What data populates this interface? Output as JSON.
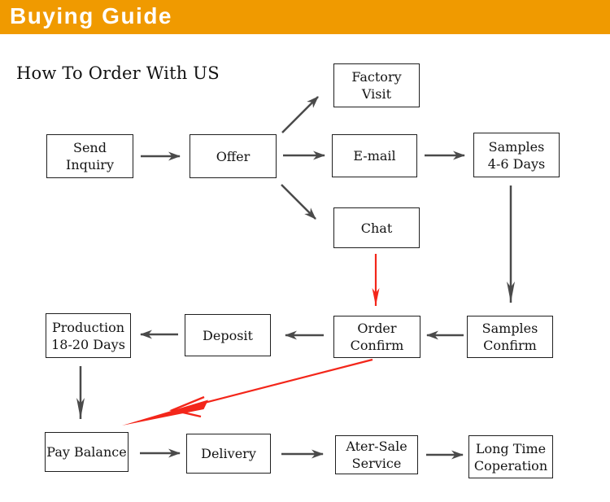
{
  "banner": {
    "title": "Buying Guide",
    "background_color": "#F09A00",
    "text_color": "#FFFFFF"
  },
  "page": {
    "heading": "How To Order With US"
  },
  "flowchart": {
    "colors": {
      "arrow": "#4a4a4a",
      "highlight_arrow": "#f3261a",
      "box_border": "#1f1f1f",
      "box_text": "#141414"
    },
    "nodes": {
      "factory_visit": {
        "label": "Factory\nVisit"
      },
      "send_inquiry": {
        "label": "Send Inquiry"
      },
      "offer": {
        "label": "Offer"
      },
      "email": {
        "label": "E-mail"
      },
      "samples_46_days": {
        "label": "Samples\n4-6 Days"
      },
      "chat": {
        "label": "Chat"
      },
      "production": {
        "label": "Production\n18-20 Days"
      },
      "deposit": {
        "label": "Deposit"
      },
      "order_confirm": {
        "label": "Order\nConfirm"
      },
      "samples_confirm": {
        "label": "Samples\nConfirm"
      },
      "pay_balance": {
        "label": "Pay Balance"
      },
      "delivery": {
        "label": "Delivery"
      },
      "ater_sale": {
        "label": "Ater-Sale\nService"
      },
      "long_time": {
        "label": "Long Time\nCoperation"
      }
    },
    "connections": [
      {
        "from": "send_inquiry",
        "to": "offer",
        "color": "black"
      },
      {
        "from": "offer",
        "to": "factory_visit",
        "color": "black"
      },
      {
        "from": "offer",
        "to": "email",
        "color": "black"
      },
      {
        "from": "offer",
        "to": "chat",
        "color": "black"
      },
      {
        "from": "email",
        "to": "samples_46_days",
        "color": "black"
      },
      {
        "from": "samples_46_days",
        "to": "samples_confirm",
        "color": "black"
      },
      {
        "from": "chat",
        "to": "order_confirm",
        "color": "red"
      },
      {
        "from": "samples_confirm",
        "to": "order_confirm",
        "color": "black"
      },
      {
        "from": "order_confirm",
        "to": "deposit",
        "color": "black"
      },
      {
        "from": "deposit",
        "to": "production",
        "color": "black"
      },
      {
        "from": "production",
        "to": "pay_balance",
        "color": "black"
      },
      {
        "from": "order_confirm",
        "to": "pay_balance",
        "color": "red"
      },
      {
        "from": "pay_balance",
        "to": "delivery",
        "color": "black"
      },
      {
        "from": "delivery",
        "to": "ater_sale",
        "color": "black"
      },
      {
        "from": "ater_sale",
        "to": "long_time",
        "color": "black"
      }
    ]
  }
}
